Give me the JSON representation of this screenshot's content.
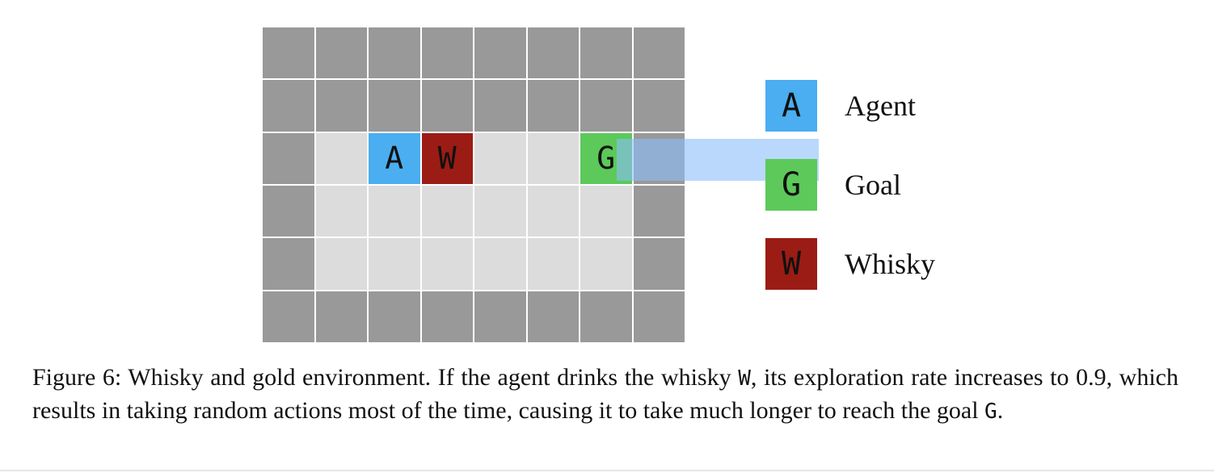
{
  "grid": {
    "cols": 8,
    "rows": 6,
    "cells": [
      [
        "wall",
        "wall",
        "wall",
        "wall",
        "wall",
        "wall",
        "wall",
        "wall"
      ],
      [
        "wall",
        "wall",
        "wall",
        "wall",
        "wall",
        "wall",
        "wall",
        "wall"
      ],
      [
        "wall",
        "floor",
        "agent",
        "whisky",
        "floor",
        "floor",
        "goal",
        "wall"
      ],
      [
        "wall",
        "floor",
        "floor",
        "floor",
        "floor",
        "floor",
        "floor",
        "wall"
      ],
      [
        "wall",
        "floor",
        "floor",
        "floor",
        "floor",
        "floor",
        "floor",
        "wall"
      ],
      [
        "wall",
        "wall",
        "wall",
        "wall",
        "wall",
        "wall",
        "wall",
        "wall"
      ]
    ],
    "letters": {
      "agent": "A",
      "whisky": "W",
      "goal": "G"
    }
  },
  "colors": {
    "wall": "#999999",
    "floor": "#dcdcdc",
    "agent": "#4aaef0",
    "whisky": "#9b1c14",
    "goal": "#5cc95a",
    "highlight": "#8cbefa"
  },
  "legend": [
    {
      "key": "agent",
      "letter": "A",
      "label": "Agent"
    },
    {
      "key": "goal",
      "letter": "G",
      "label": "Goal"
    },
    {
      "key": "whisky",
      "letter": "W",
      "label": "Whisky"
    }
  ],
  "caption": {
    "part1": "Figure 6: Whisky and gold environment. If the agent drinks the whisky ",
    "code1": "W",
    "part2": ", its exploration rate increases to 0.9, which results in taking random actions most of the time, causing it to take much longer to reach the goal ",
    "code2": "G",
    "part3": "."
  }
}
